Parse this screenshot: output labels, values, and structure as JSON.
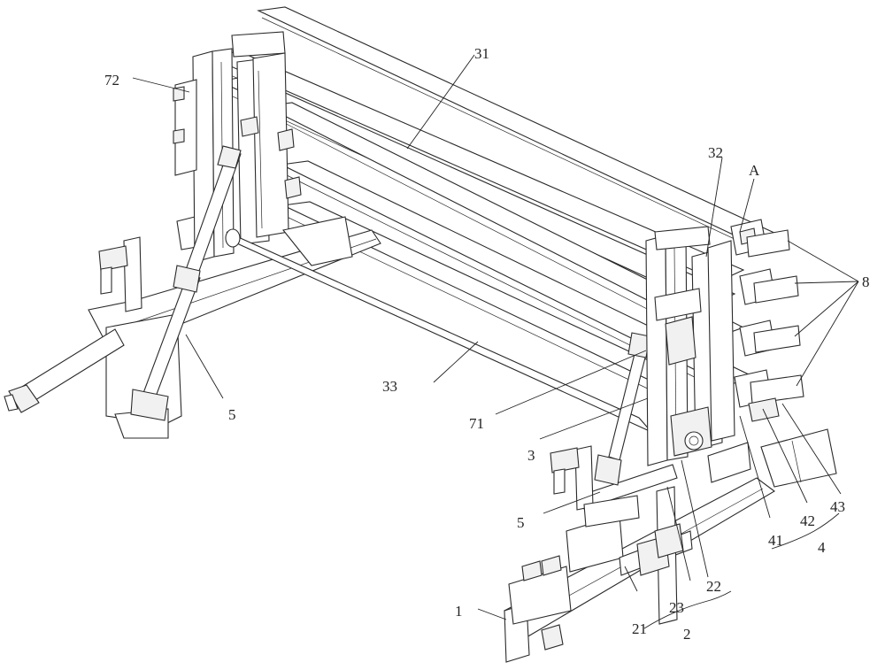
{
  "labels": {
    "l1": "1",
    "l2": "2",
    "l21": "21",
    "l22": "22",
    "l23": "23",
    "l3": "3",
    "l31": "31",
    "l32": "32",
    "l33": "33",
    "l4": "4",
    "l41": "41",
    "l42": "42",
    "l43": "43",
    "l5a": "5",
    "l5b": "5",
    "l71": "71",
    "l72": "72",
    "l8": "8",
    "lA": "A"
  },
  "colors": {
    "stroke": "#2a2a2a",
    "fill": "#ffffff",
    "shade": "#f1f1f1"
  }
}
